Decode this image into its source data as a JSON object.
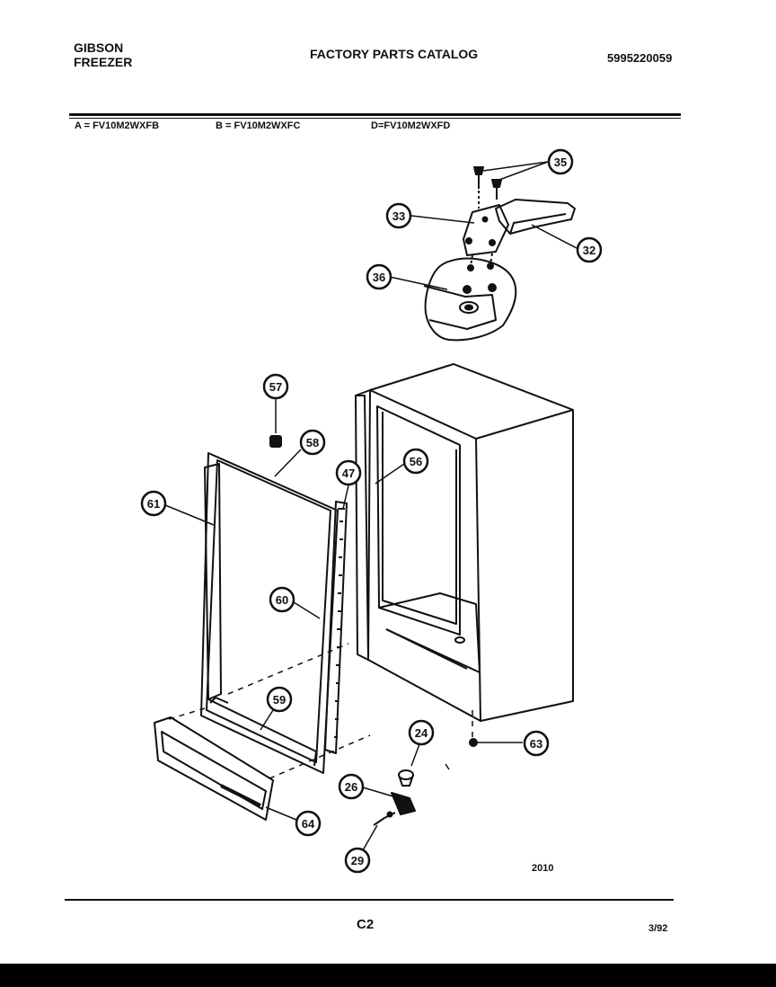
{
  "header": {
    "brand_line1": "GIBSON",
    "brand_line2": "FREEZER",
    "title": "FACTORY PARTS CATALOG",
    "catalog_number": "5995220059"
  },
  "models": {
    "a": "A = FV10M2WXFB",
    "b": "B = FV10M2WXFC",
    "d": "D=FV10M2WXFD"
  },
  "callouts": [
    {
      "id": "35",
      "label": "35"
    },
    {
      "id": "33",
      "label": "33"
    },
    {
      "id": "32",
      "label": "32"
    },
    {
      "id": "36",
      "label": "36"
    },
    {
      "id": "57",
      "label": "57"
    },
    {
      "id": "58",
      "label": "58"
    },
    {
      "id": "47",
      "label": "47"
    },
    {
      "id": "56",
      "label": "56"
    },
    {
      "id": "61",
      "label": "61"
    },
    {
      "id": "60",
      "label": "60"
    },
    {
      "id": "59",
      "label": "59"
    },
    {
      "id": "24",
      "label": "24"
    },
    {
      "id": "63",
      "label": "63"
    },
    {
      "id": "26",
      "label": "26"
    },
    {
      "id": "64",
      "label": "64"
    },
    {
      "id": "29",
      "label": "29"
    }
  ],
  "footer": {
    "diagram_code": "2010",
    "page": "C2",
    "date": "3/92"
  },
  "colors": {
    "ink": "#111111",
    "paper": "#ffffff",
    "frame": "#000000"
  }
}
